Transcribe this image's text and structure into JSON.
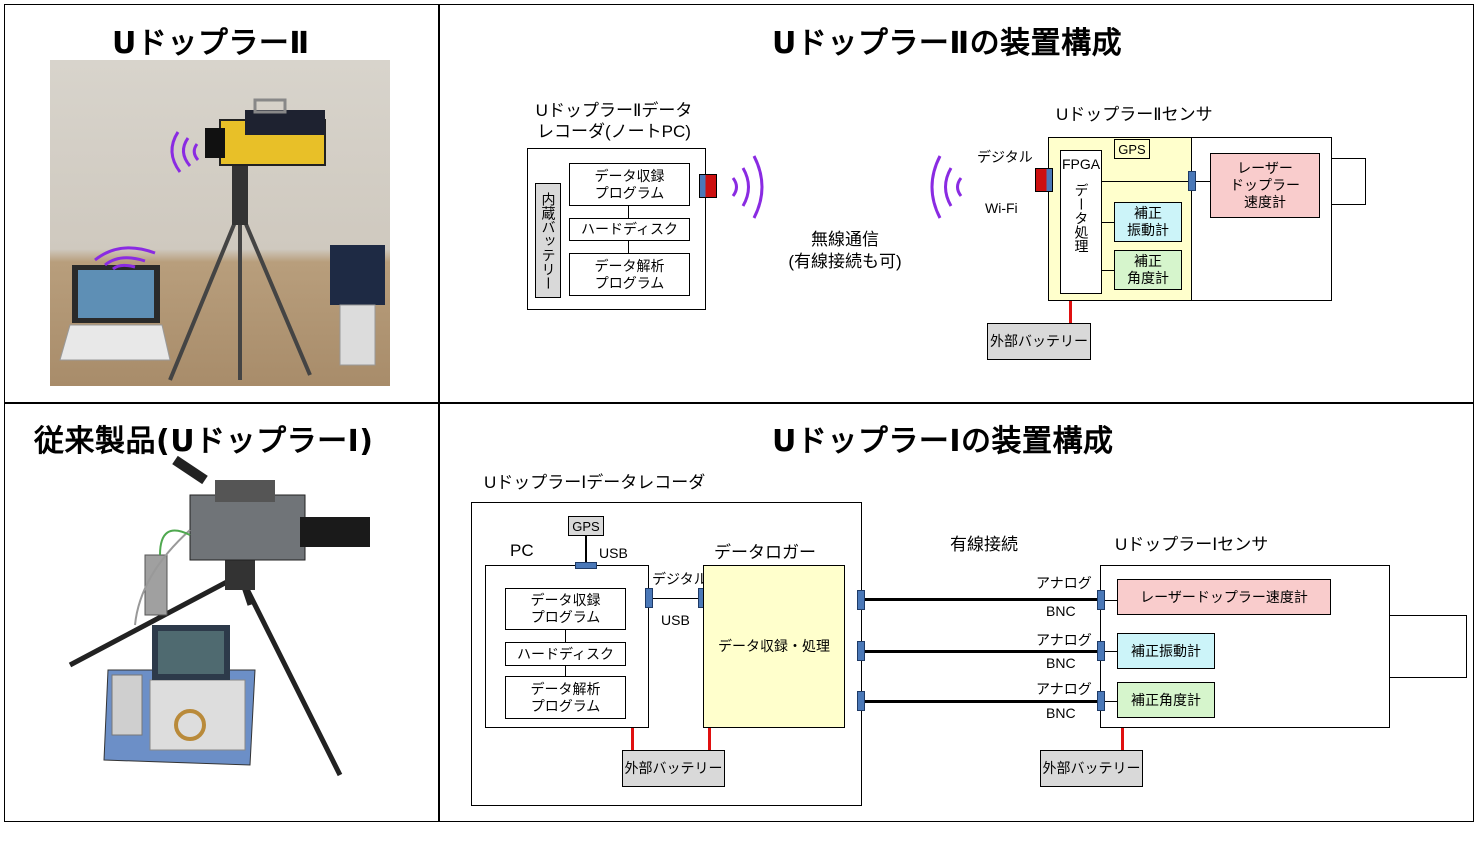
{
  "top_left": {
    "title": "UドップラーⅡ"
  },
  "top_right": {
    "title": "UドップラーⅡの装置構成",
    "recorder": {
      "label": "UドップラーⅡデータ\nレコーダ(ノートPC)",
      "battery": "内蔵バッテリー",
      "acquisition": "データ収録\nプログラム",
      "hdd": "ハードディスク",
      "analysis": "データ解析\nプログラム"
    },
    "wireless": "無線通信\n(有線接続も可)",
    "sensor": {
      "label": "UドップラーⅡセンサ",
      "digital": "デジタル",
      "wifi": "Wi-Fi",
      "fpga": "FPGA",
      "processing": "データ処理",
      "gps": "GPS",
      "vibration": "補正\n振動計",
      "angle": "補正\n角度計",
      "laser": "レーザー\nドップラー\n速度計",
      "ext_battery": "外部バッテリー"
    }
  },
  "bottom_left": {
    "title": "従来製品(UドップラーⅠ)"
  },
  "bottom_right": {
    "title": "UドップラーⅠの装置構成",
    "recorder_label": "UドップラーⅠデータレコーダ",
    "pc": "PC",
    "gps": "GPS",
    "usb_top": "USB",
    "acquisition": "データ収録\nプログラム",
    "hdd": "ハードディスク",
    "analysis": "データ解析\nプログラム",
    "digital": "デジタル",
    "usb_bottom": "USB",
    "logger_title": "データロガー",
    "logger_body": "データ収録・処理",
    "battery_left": "外部バッテリー",
    "wired": "有線接続",
    "sensor_label": "UドップラーⅠセンサ",
    "analog": "アナログ",
    "bnc": "BNC",
    "laser": "レーザードップラー速度計",
    "vibration": "補正振動計",
    "angle": "補正角度計",
    "battery_right": "外部バッテリー"
  },
  "colors": {
    "connector": "#4a78b8",
    "power_line": "#e01010",
    "wave": "#8a2be2",
    "laser_fill": "#f9cccc",
    "vibration_fill": "#ccf4f9",
    "angle_fill": "#d6f5cc",
    "sensor_fill": "#ffffcc",
    "battery_fill": "#d9d9d9"
  }
}
